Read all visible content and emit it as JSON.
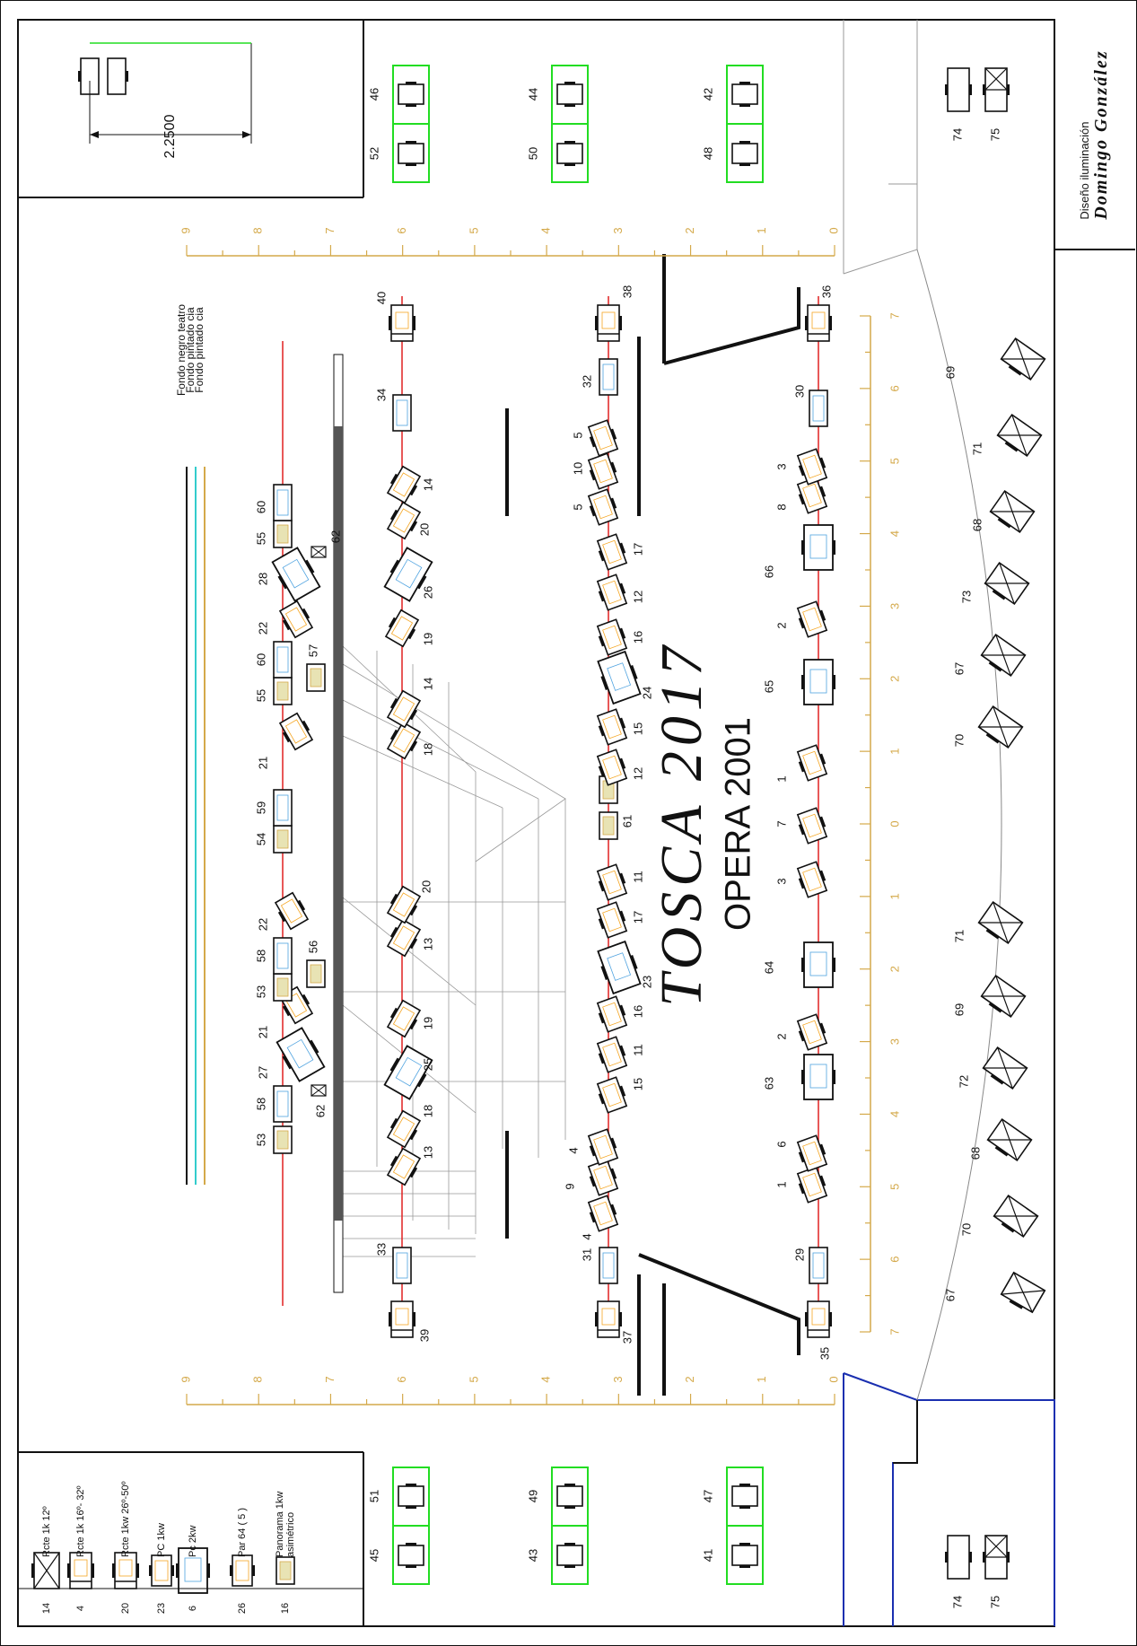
{
  "title": "TOSCA 2017",
  "subtitle": "OPERA 2001",
  "credit": {
    "role": "Diseño iluminación",
    "name": "Domingo González"
  },
  "dimension": "2.2500",
  "colors": {
    "rail": "#e02020",
    "scale": "#d4a94a",
    "box": "#22dd22",
    "stage": "#1a2fb0",
    "black": "#111111",
    "cyan": "#33cccc",
    "gray": "#888888"
  },
  "backdrops": [
    {
      "label": "Fondo negro teatro",
      "color": "#111111"
    },
    {
      "label": "Fondo pintado cia",
      "color": "#33cccc"
    },
    {
      "label": "Fondo pintado cia",
      "color": "#d4a94a"
    }
  ],
  "legend": [
    {
      "count": "14",
      "label": "Rcte 1k 12º",
      "icon": "profile-12-icon"
    },
    {
      "count": "4",
      "label": "Rcte 1k 16º- 32º",
      "icon": "profile-16-32-icon"
    },
    {
      "count": "20",
      "label": "Rcte 1kw 26º-50º",
      "icon": "profile-26-50-icon"
    },
    {
      "count": "23",
      "label": "PC 1kw",
      "icon": "pc-1kw-icon"
    },
    {
      "count": "6",
      "label": "Pc 2kw",
      "icon": "pc-2kw-icon"
    },
    {
      "count": "26",
      "label": "Par 64 ( 5 )",
      "icon": "par64-icon"
    },
    {
      "count": "16",
      "label": "Panorama 1kw asimétrico",
      "icon": "panorama-icon"
    }
  ],
  "scale_left": [
    "9",
    "8",
    "7",
    "6",
    "5",
    "4",
    "3",
    "2",
    "1",
    "0"
  ],
  "scale_bottom": [
    "7",
    "6",
    "5",
    "4",
    "3",
    "2",
    "1",
    "0",
    "1",
    "2",
    "3",
    "4",
    "5",
    "6",
    "7"
  ],
  "towers_top": [
    "46",
    "52",
    "44",
    "50",
    "42",
    "48"
  ],
  "towers_bottom": [
    "51",
    "45",
    "49",
    "43",
    "47",
    "41"
  ],
  "booms_top": [
    "74",
    "75"
  ],
  "booms_bottom": [
    "74",
    "75"
  ],
  "rail_labels": {
    "rail1": [
      "53",
      "58",
      "27",
      "21",
      "53",
      "58",
      "22",
      "54",
      "59",
      "21",
      "55",
      "60",
      "22",
      "28",
      "55",
      "60",
      "56",
      "57",
      "62",
      "62"
    ],
    "rail2": [
      "39",
      "33",
      "13",
      "18",
      "25",
      "19",
      "13",
      "20",
      "18",
      "14",
      "19",
      "26",
      "20",
      "14",
      "34",
      "40"
    ],
    "rail3": [
      "37",
      "31",
      "4",
      "9",
      "4",
      "15",
      "11",
      "16",
      "23",
      "17",
      "11",
      "61",
      "12",
      "24",
      "15",
      "16",
      "12",
      "17",
      "5",
      "10",
      "5",
      "32",
      "38"
    ],
    "rail4": [
      "35",
      "29",
      "1",
      "6",
      "63",
      "2",
      "64",
      "3",
      "7",
      "1",
      "65",
      "2",
      "66",
      "8",
      "3",
      "30",
      "36"
    ],
    "arc": [
      "67",
      "70",
      "68",
      "72",
      "69",
      "71",
      "70",
      "67",
      "73",
      "68",
      "71",
      "69"
    ]
  }
}
